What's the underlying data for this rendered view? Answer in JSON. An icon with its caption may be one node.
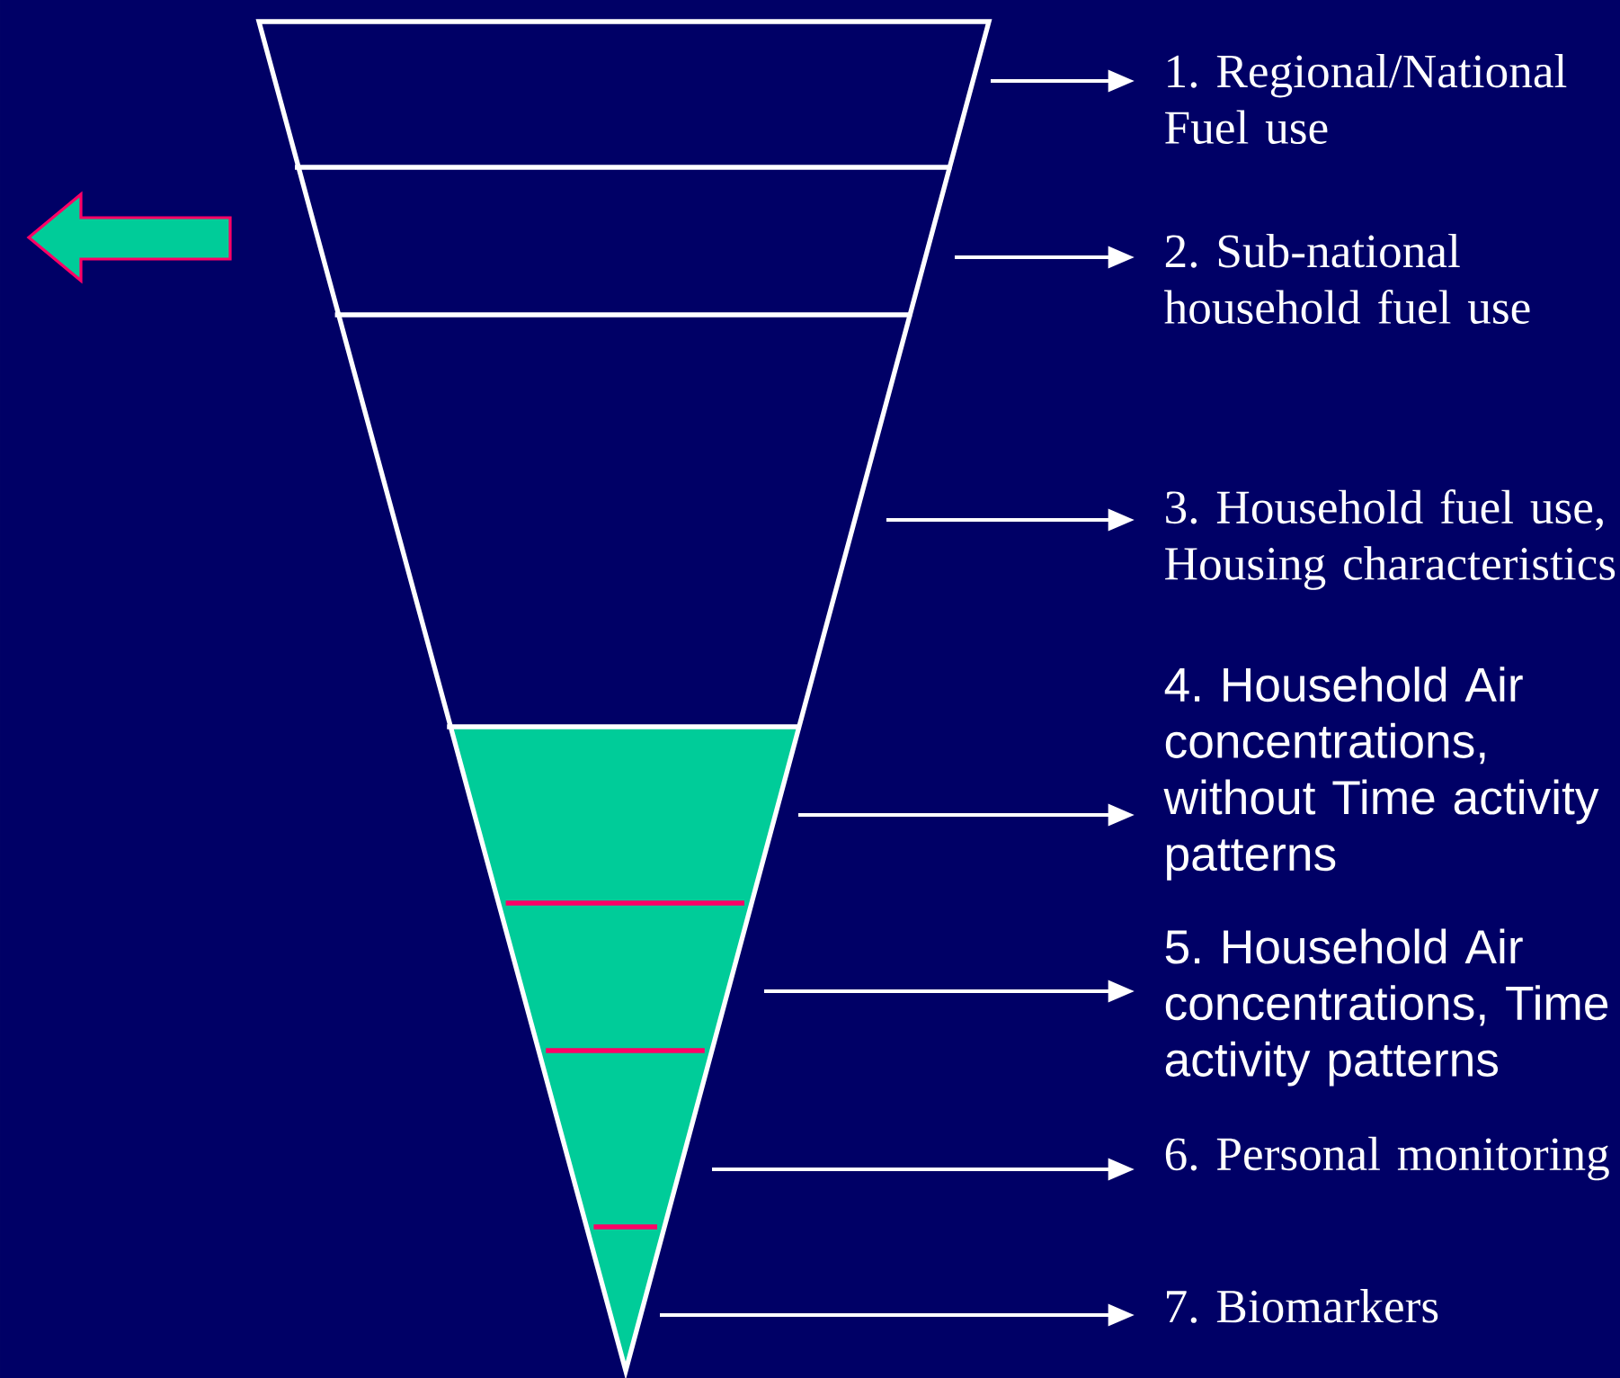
{
  "diagram": {
    "nodes": [
      {
        "text": [
          "1. Regional/National Fuel use"
        ]
      },
      {
        "text": [
          "2. Sub-national household fuel use"
        ]
      },
      {
        "text": [
          "3. Household fuel use, Housing characteristics"
        ]
      },
      {
        "text": [
          "4. Household Air concentrations, without Time activity patterns"
        ]
      },
      {
        "text": [
          "5. Household Air concentrations, Time activity patterns"
        ]
      },
      {
        "text": [
          "6. Personal monitoring"
        ]
      },
      {
        "text": [
          "7. Biomarkers"
        ]
      }
    ],
    "edges": [
      {
        "from": null,
        "to": 0,
        "arrow": "to"
      },
      {
        "from": null,
        "to": 1,
        "arrow": "to"
      },
      {
        "from": null,
        "to": 2,
        "arrow": "to"
      },
      {
        "from": null,
        "to": 3,
        "arrow": "to"
      },
      {
        "from": null,
        "to": 4,
        "arrow": "to"
      },
      {
        "from": null,
        "to": 5,
        "arrow": "to"
      },
      {
        "from": null,
        "to": 6,
        "arrow": "to"
      }
    ]
  }
}
